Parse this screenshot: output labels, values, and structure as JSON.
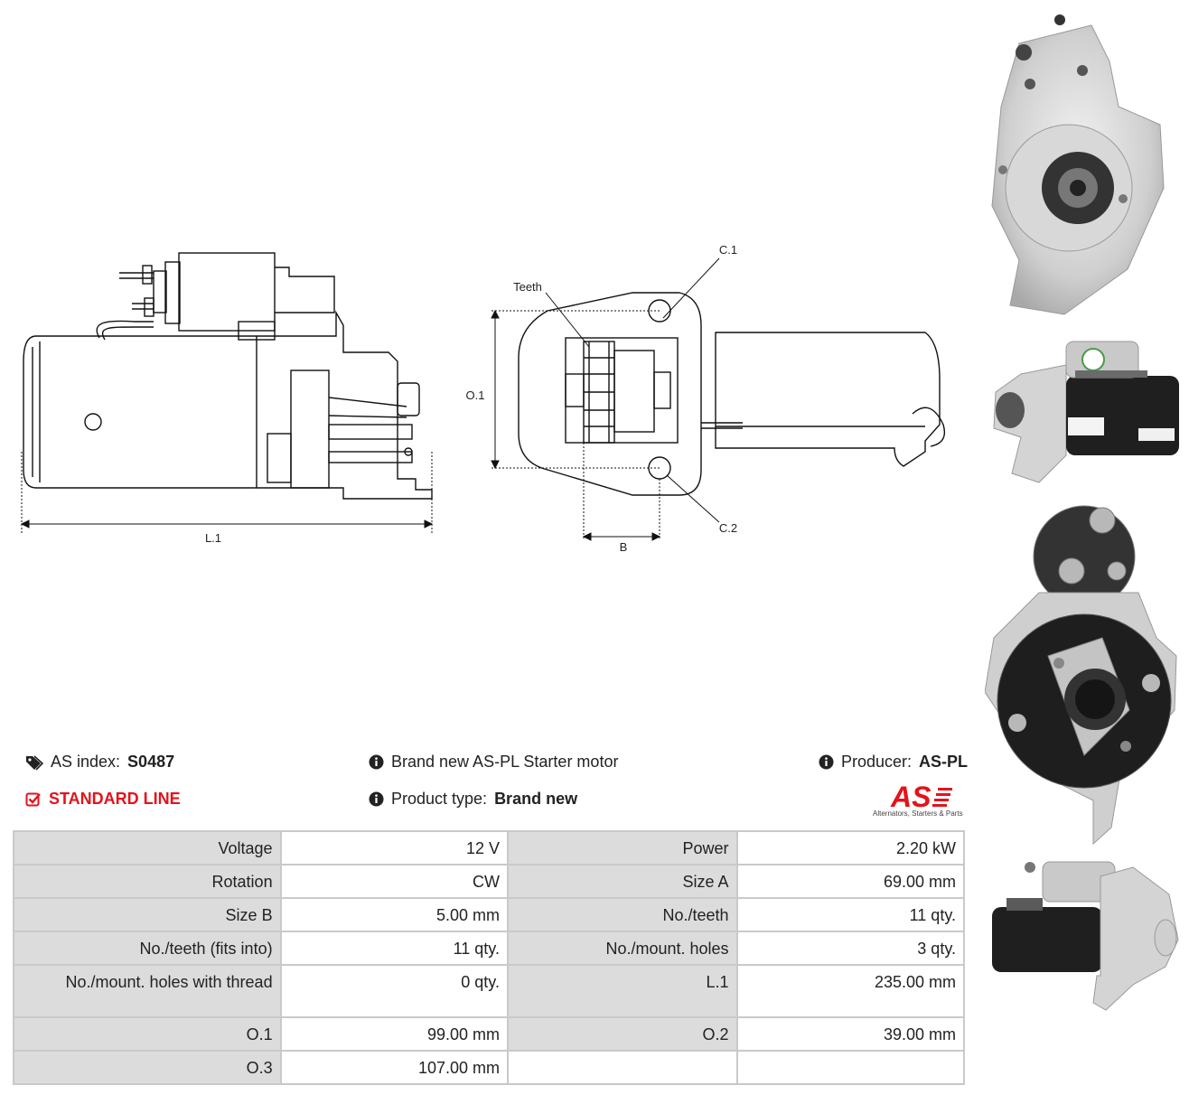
{
  "diagram": {
    "labels": {
      "l1": "L.1",
      "b": "B",
      "o1": "O.1",
      "c1": "C.1",
      "c2": "C.2",
      "teeth": "Teeth"
    }
  },
  "info": {
    "as_index_label": "AS index:",
    "as_index_value": "S0487",
    "line": "STANDARD LINE",
    "description": "Brand new AS-PL Starter motor",
    "product_type_label": "Product type:",
    "product_type_value": "Brand new",
    "producer_label": "Producer:",
    "producer_value": "AS-PL",
    "logo_text": "AS",
    "logo_tagline": "Alternators, Starters & Parts"
  },
  "specs": [
    [
      "Voltage",
      "12 V",
      "Power",
      "2.20 kW"
    ],
    [
      "Rotation",
      "CW",
      "Size A",
      "69.00 mm"
    ],
    [
      "Size B",
      "5.00 mm",
      "No./teeth",
      "11 qty."
    ],
    [
      "No./teeth (fits into)",
      "11 qty.",
      "No./mount. holes",
      "3 qty."
    ],
    [
      "No./mount. holes with thread",
      "0 qty.",
      "L.1",
      "235.00 mm"
    ],
    [
      "O.1",
      "99.00 mm",
      "O.2",
      "39.00 mm"
    ],
    [
      "O.3",
      "107.00 mm",
      "",
      ""
    ]
  ],
  "colors": {
    "accent": "#e3131b",
    "label_bg": "#dcdcdc",
    "border": "#c9c9c9"
  },
  "icons": [
    "tag-icon",
    "check-square-icon",
    "info-icon"
  ]
}
